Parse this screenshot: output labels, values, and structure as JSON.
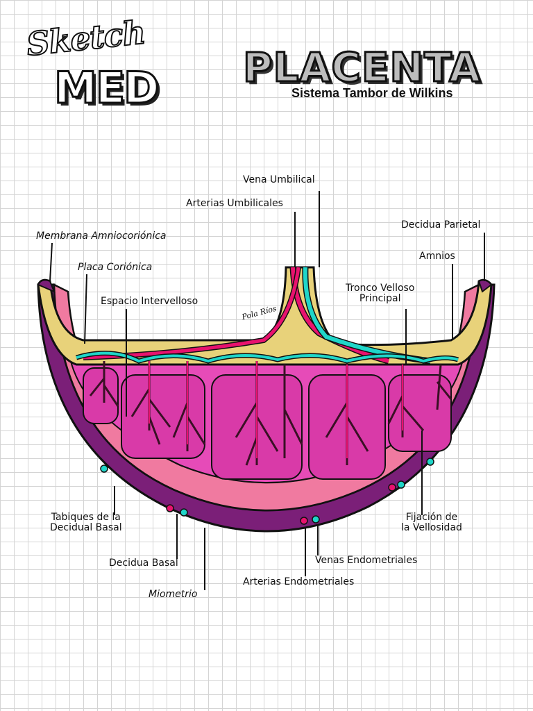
{
  "logo": {
    "line1": "Sketch",
    "line2": "MED"
  },
  "header": {
    "title": "PLACENTA",
    "subtitle": "Sistema Tambor de Wilkins"
  },
  "signature": "Pola Ríos",
  "labels": {
    "vena_umbilical": "Vena Umbilical",
    "arterias_umbilicales": "Arterias Umbilicales",
    "decidua_parietal": "Decidua Parietal",
    "membrana": "Membrana Amniocoriónica",
    "amnios": "Amnios",
    "placa_corionica": "Placa Coriónica",
    "tronco_line1": "Tronco Velloso",
    "tronco_line2": "Principal",
    "espacio": "Espacio Intervelloso",
    "tabiques_line1": "Tabiques de la",
    "tabiques_line2": "Decidual Basal",
    "fijacion_line1": "Fijación de",
    "fijacion_line2": "la Vellosidad",
    "decidua_basal": "Decidua Basal",
    "venas_endometriales": "Venas Endometriales",
    "arterias_endometriales": "Arterias Endometriales",
    "miometrio": "Miometrio"
  },
  "colors": {
    "myometrium": "#7b1f78",
    "decidua": "#f07aa0",
    "intervillous": "#e64bb8",
    "chorionic_plate": "#e8d27a",
    "vein": "#1fd6c9",
    "artery": "#e8126e",
    "villi": "#3a1025"
  }
}
